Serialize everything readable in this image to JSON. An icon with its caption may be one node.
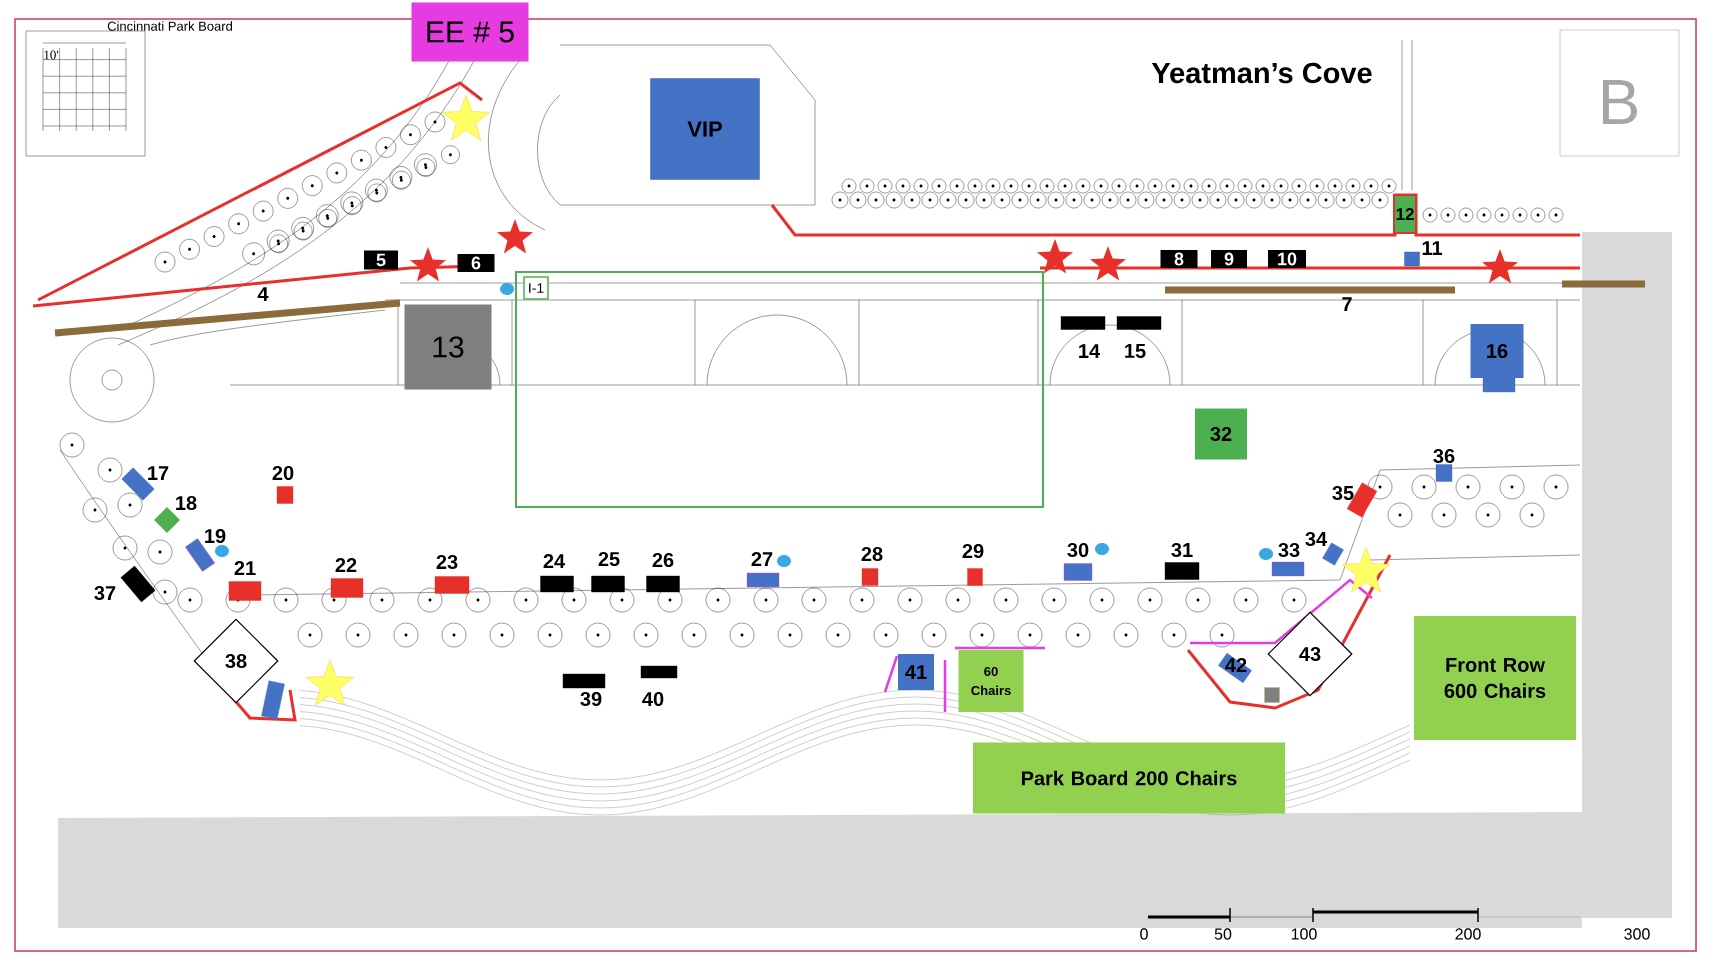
{
  "diagram": {
    "title": "Yeatman’s Cove",
    "nodes": [
      {
        "text": [
          "EE # 5"
        ]
      },
      {
        "text": [
          "VIP"
        ]
      },
      {
        "text": [
          "12"
        ]
      },
      {
        "text": [
          "5"
        ]
      },
      {
        "text": [
          "6"
        ]
      },
      {
        "text": [
          "8"
        ]
      },
      {
        "text": [
          "9"
        ]
      },
      {
        "text": [
          "10"
        ]
      },
      {
        "text": [
          "I-1"
        ]
      },
      {
        "text": [
          "13"
        ]
      },
      {
        "text": [
          "16"
        ]
      },
      {
        "text": [
          "32"
        ]
      },
      {
        "text": [
          "Front Row 600 Chairs"
        ]
      },
      {
        "text": [
          "38"
        ]
      },
      {
        "text": [
          "41"
        ]
      },
      {
        "text": [
          "60 Chairs"
        ]
      },
      {
        "text": [
          "43"
        ]
      },
      {
        "text": [
          "Park Board 200 Chairs"
        ]
      }
    ],
    "labels": [
      "Cincinnati Park Board",
      "10'",
      "B",
      "11",
      "4",
      "7",
      "14",
      "15",
      "36",
      "17",
      "20",
      "35",
      "18",
      "34",
      "19",
      "30",
      "31",
      "33",
      "29",
      "28",
      "27",
      "25",
      "26",
      "24",
      "23",
      "22",
      "21",
      "37",
      "42",
      "39",
      "40",
      "0",
      "50",
      "100",
      "200",
      "300"
    ]
  }
}
